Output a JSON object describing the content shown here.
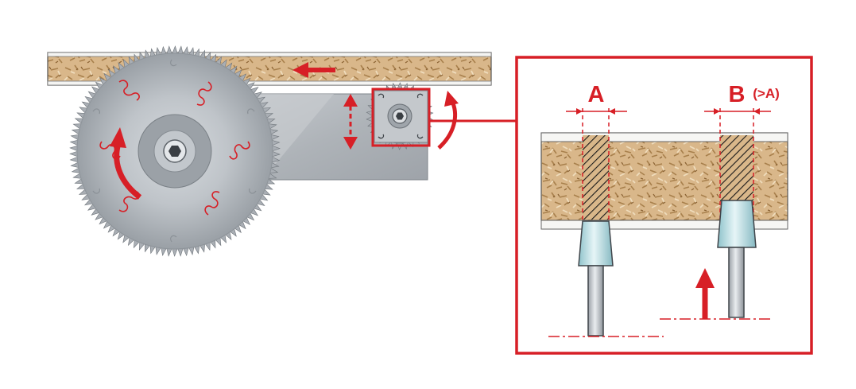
{
  "labels": {
    "a": "A",
    "b": "B",
    "b_note": "(>A)"
  },
  "colors": {
    "accent_red": "#d71f26",
    "board": "#d9b78a",
    "blade_steel": "#b9bec4",
    "scoring_steel": "#a7acb2",
    "bracket": "#aeb3b8",
    "cutter": "#b8dde3"
  },
  "icons": {
    "feed_direction": "arrow-left-icon",
    "main_rotation": "curved-arrow-icon",
    "scoring_rotation": "curved-arrow-icon",
    "height_adjust": "double-arrow-vertical-icon",
    "raise_direction": "arrow-up-icon"
  }
}
